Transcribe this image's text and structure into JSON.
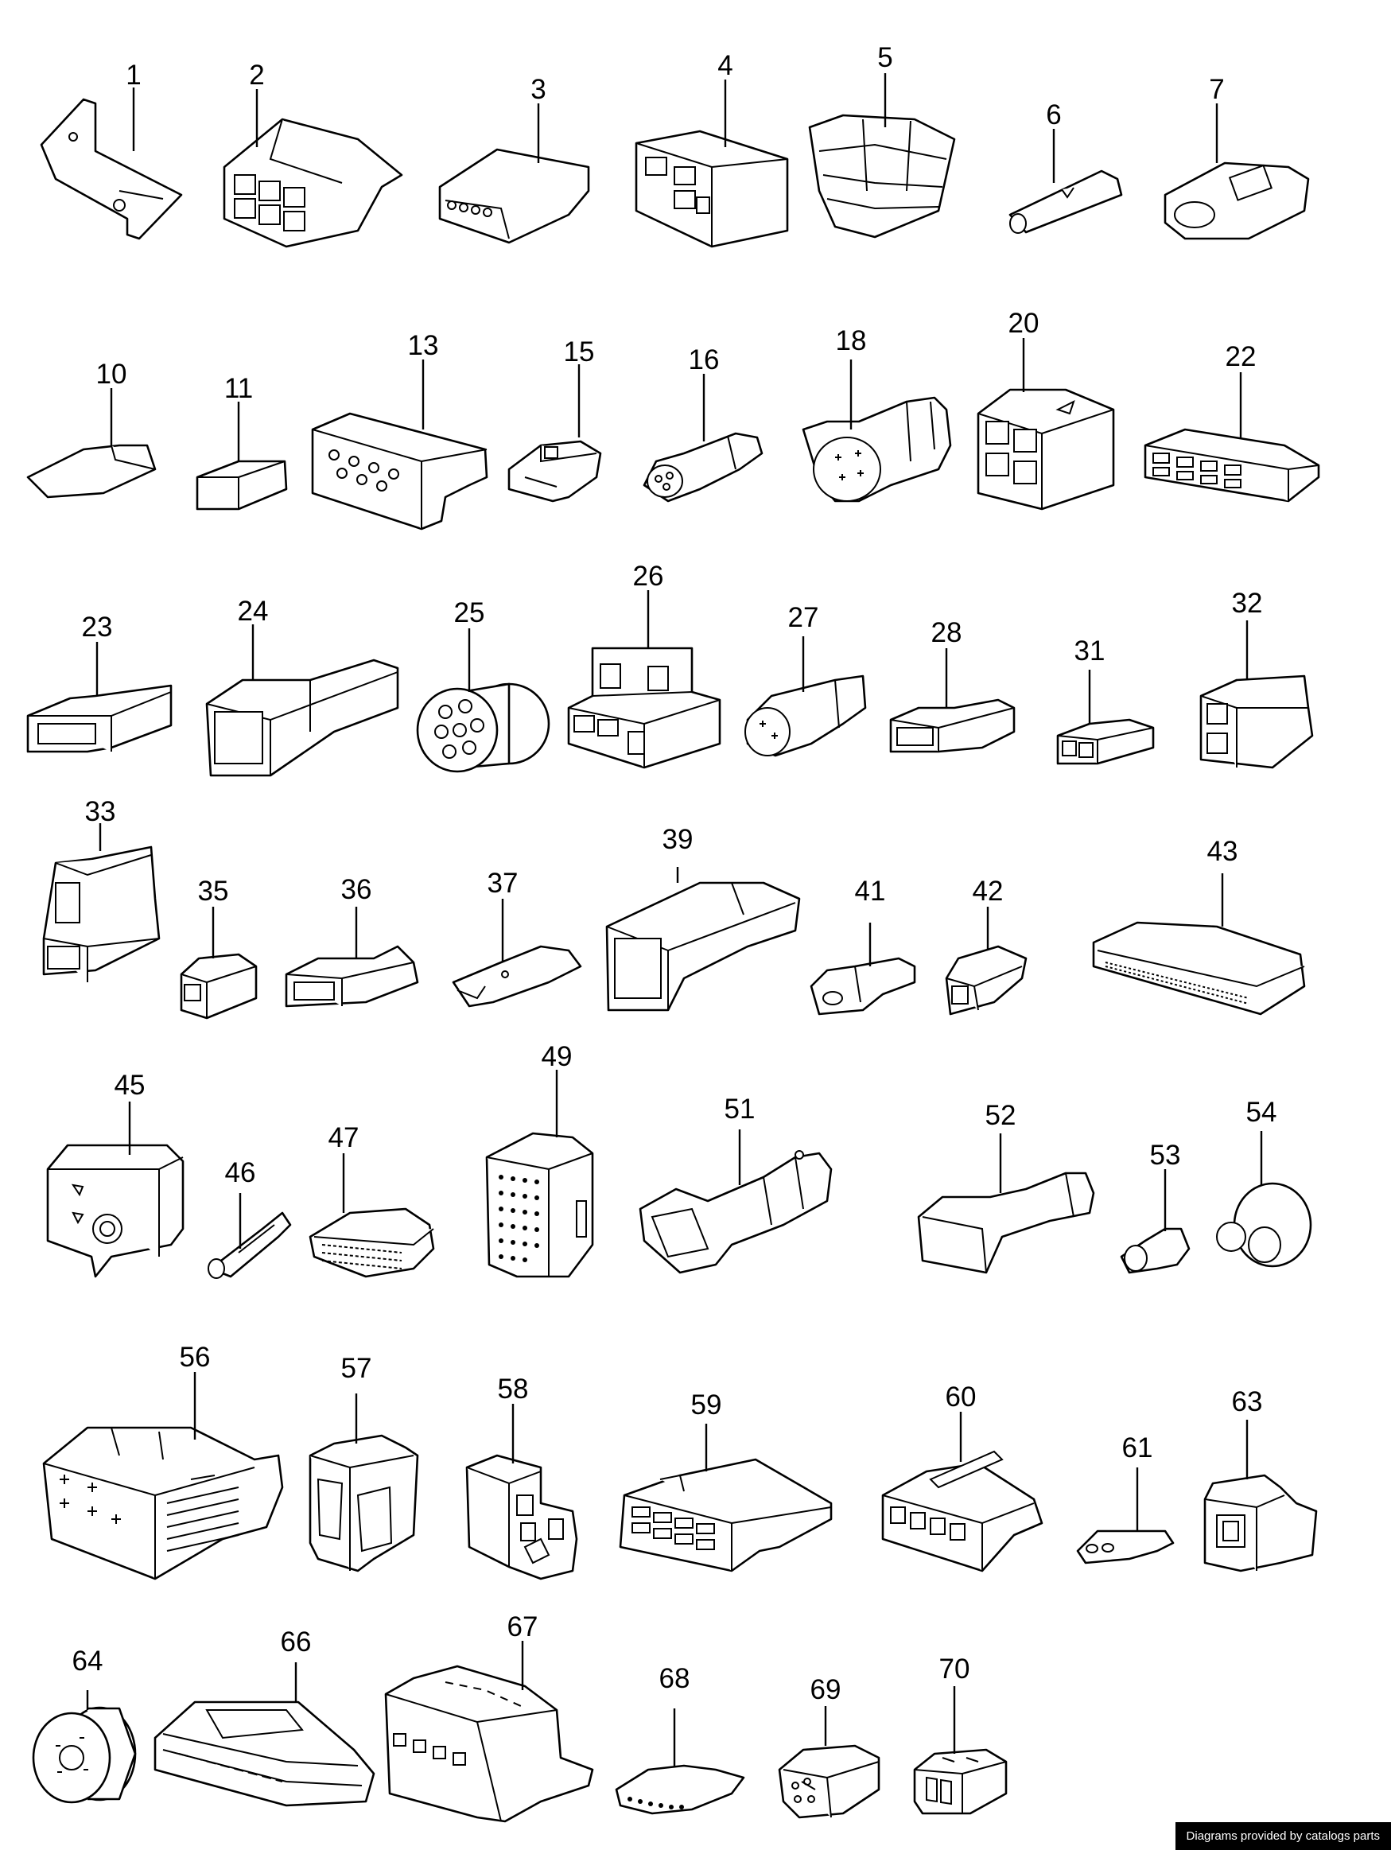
{
  "diagram": {
    "part_numbers": [
      "1",
      "2",
      "3",
      "4",
      "5",
      "6",
      "7",
      "10",
      "11",
      "13",
      "15",
      "16",
      "18",
      "20",
      "22",
      "23",
      "24",
      "25",
      "26",
      "27",
      "28",
      "31",
      "32",
      "33",
      "35",
      "36",
      "37",
      "39",
      "41",
      "42",
      "43",
      "45",
      "46",
      "47",
      "49",
      "51",
      "52",
      "53",
      "54",
      "56",
      "57",
      "58",
      "59",
      "60",
      "61",
      "63",
      "64",
      "66",
      "67",
      "68",
      "69",
      "70"
    ]
  },
  "footer": {
    "credit": "Diagrams provided by catalogs parts"
  }
}
